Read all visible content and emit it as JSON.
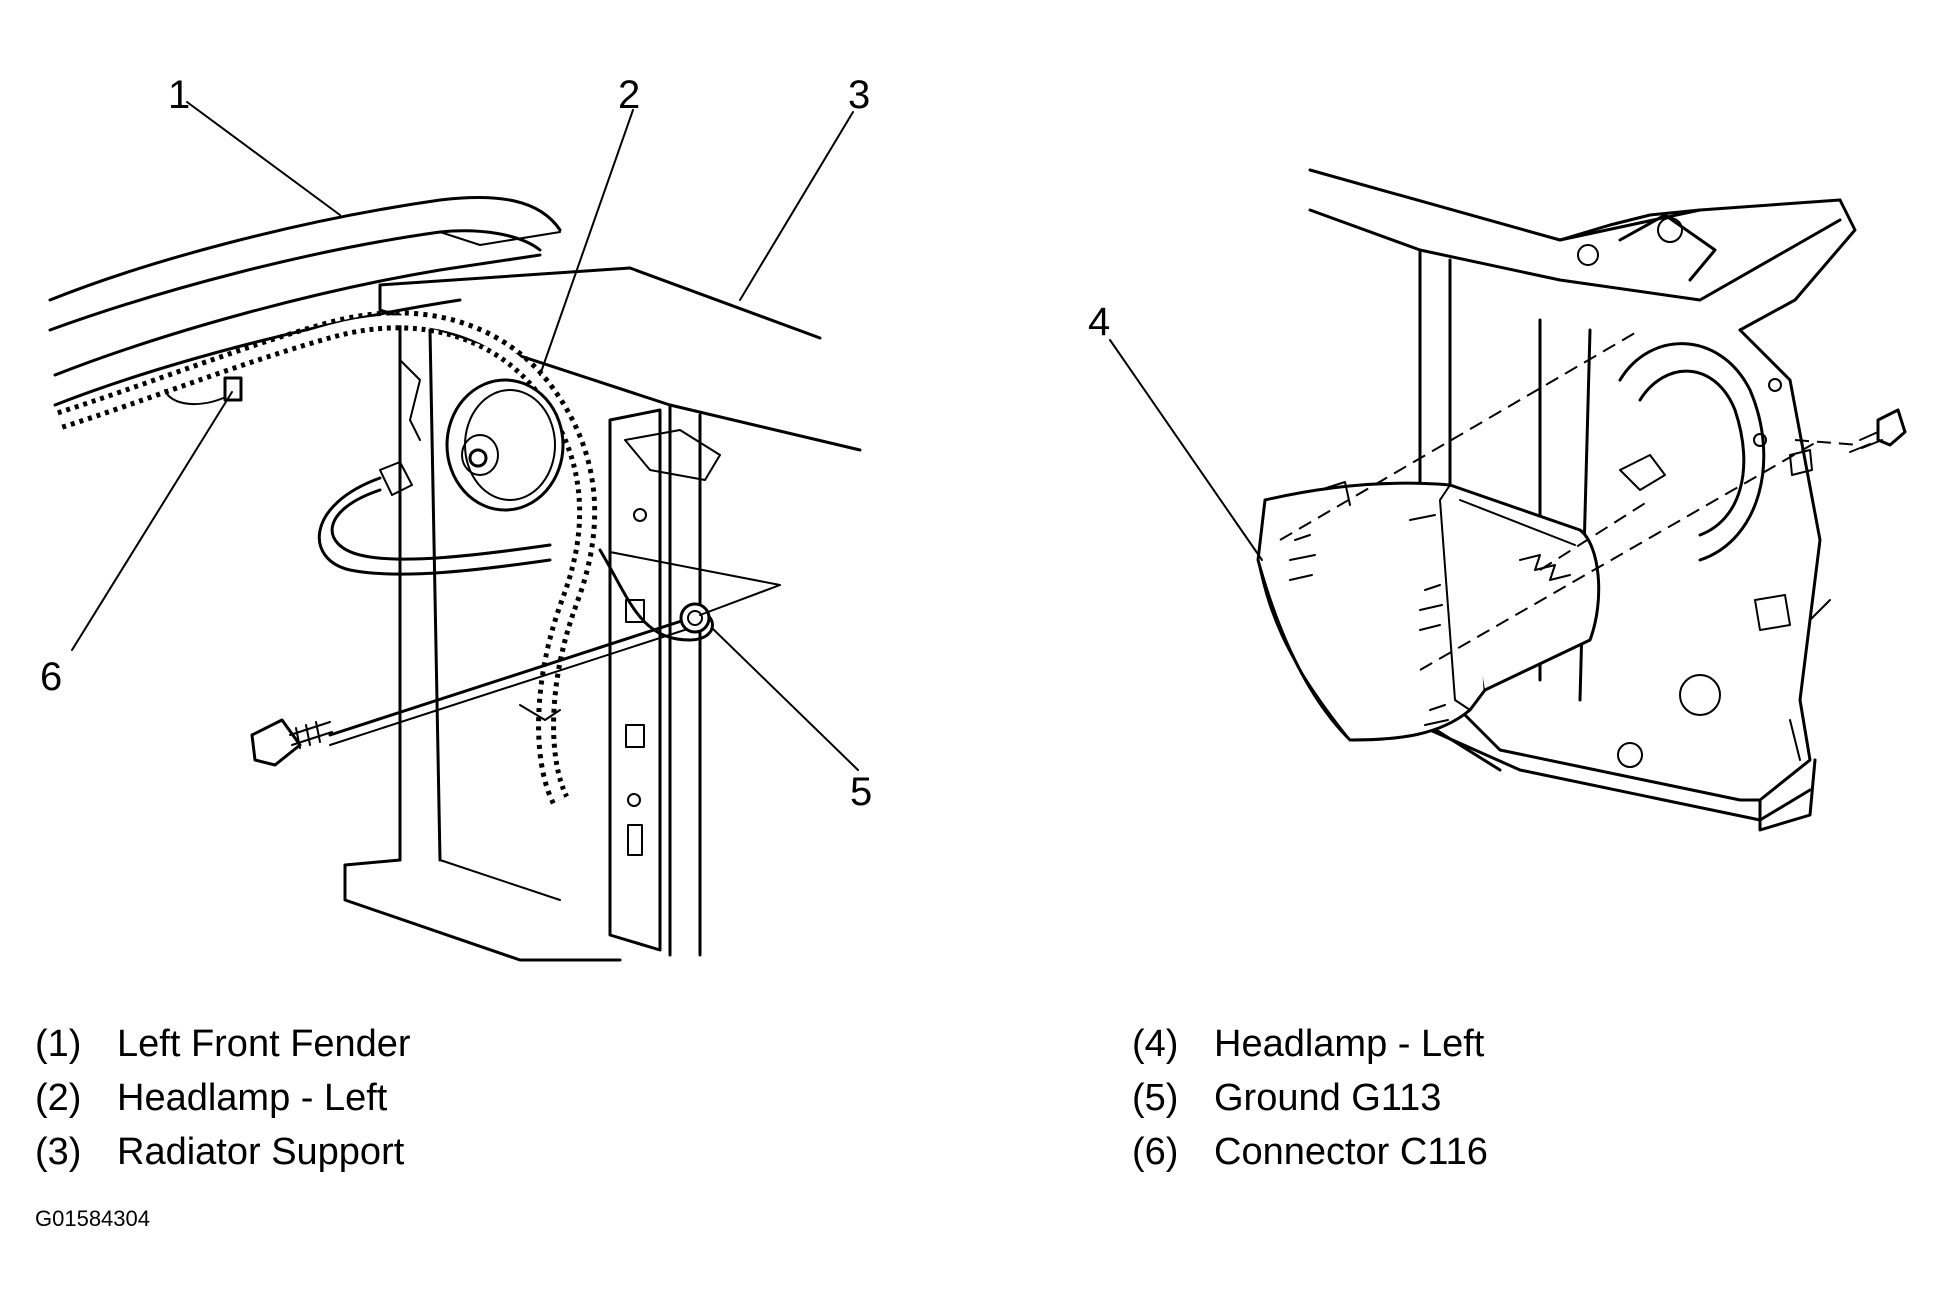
{
  "callouts": [
    {
      "id": "callout-1",
      "label": "1"
    },
    {
      "id": "callout-2",
      "label": "2"
    },
    {
      "id": "callout-3",
      "label": "3"
    },
    {
      "id": "callout-4",
      "label": "4"
    },
    {
      "id": "callout-5",
      "label": "5"
    },
    {
      "id": "callout-6",
      "label": "6"
    }
  ],
  "legend": [
    {
      "num": "(1)",
      "text": "Left Front Fender"
    },
    {
      "num": "(2)",
      "text": "Headlamp - Left"
    },
    {
      "num": "(3)",
      "text": "Radiator Support"
    },
    {
      "num": "(4)",
      "text": "Headlamp - Left"
    },
    {
      "num": "(5)",
      "text": "Ground G113"
    },
    {
      "num": "(6)",
      "text": "Connector C116"
    }
  ],
  "figure_id": "G01584304"
}
